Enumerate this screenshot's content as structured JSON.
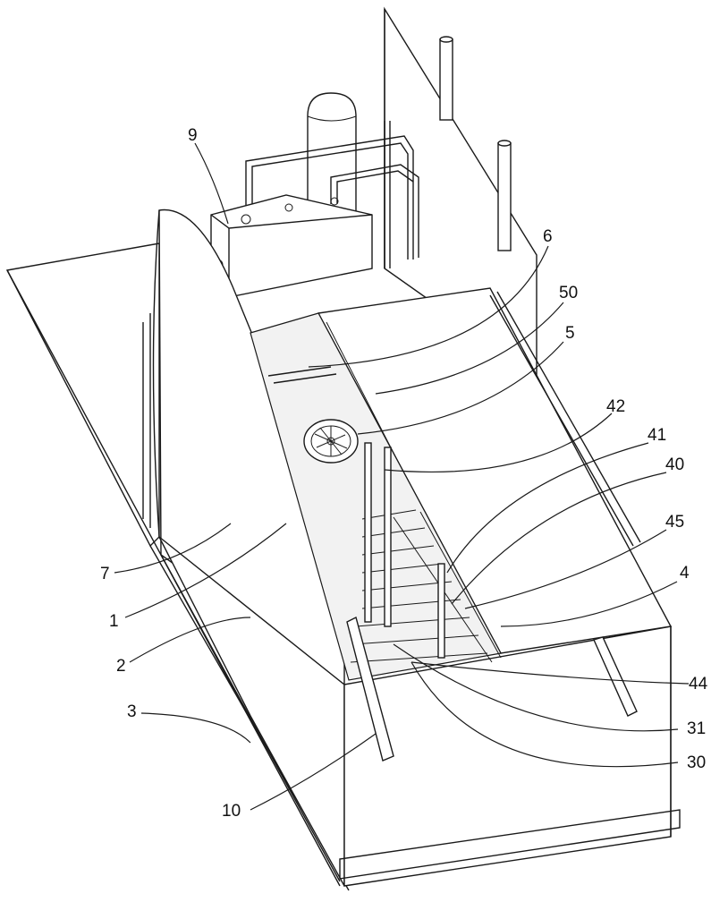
{
  "figure": {
    "labels": [
      {
        "id": "9",
        "text": "9"
      },
      {
        "id": "6",
        "text": "6"
      },
      {
        "id": "50",
        "text": "50"
      },
      {
        "id": "5",
        "text": "5"
      },
      {
        "id": "42",
        "text": "42"
      },
      {
        "id": "41",
        "text": "41"
      },
      {
        "id": "40",
        "text": "40"
      },
      {
        "id": "45",
        "text": "45"
      },
      {
        "id": "4",
        "text": "4"
      },
      {
        "id": "7",
        "text": "7"
      },
      {
        "id": "1",
        "text": "1"
      },
      {
        "id": "2",
        "text": "2"
      },
      {
        "id": "3",
        "text": "3"
      },
      {
        "id": "44",
        "text": "44"
      },
      {
        "id": "31",
        "text": "31"
      },
      {
        "id": "30",
        "text": "30"
      },
      {
        "id": "10",
        "text": "10"
      }
    ]
  }
}
